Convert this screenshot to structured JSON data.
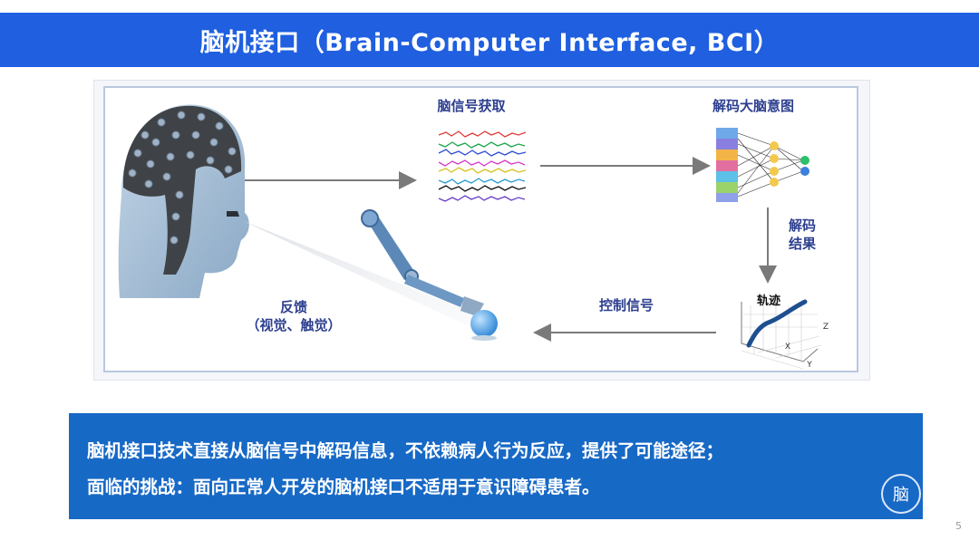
{
  "slide": {
    "title": "脑机接口（Brain-Computer Interface, BCI）",
    "page_number": "5"
  },
  "diagram": {
    "signal_acquisition_label": "脑信号获取",
    "decode_intent_label": "解码大脑意图",
    "decode_result_label_line1": "解码",
    "decode_result_label_line2": "结果",
    "trajectory_label": "轨迹",
    "axis_x": "X",
    "axis_y": "Y",
    "axis_z": "Z",
    "control_signal_label": "控制信号",
    "feedback_label": "反馈",
    "feedback_detail_label": "（视觉、触觉）",
    "colors": {
      "label": "#2d3f8f",
      "arrow": "#7a7a7a",
      "cap": "#3f4347",
      "head": "#98b6d3",
      "trajectory": "#1d4f8f"
    }
  },
  "callout": {
    "line1": "脑机接口技术直接从脑信号中解码信息，不依赖病人行为反应，提供了可能途径；",
    "line2": "面临的挑战：面向正常人开发的脑机接口不适用于意识障碍患者。",
    "logo_glyph": "脑"
  }
}
